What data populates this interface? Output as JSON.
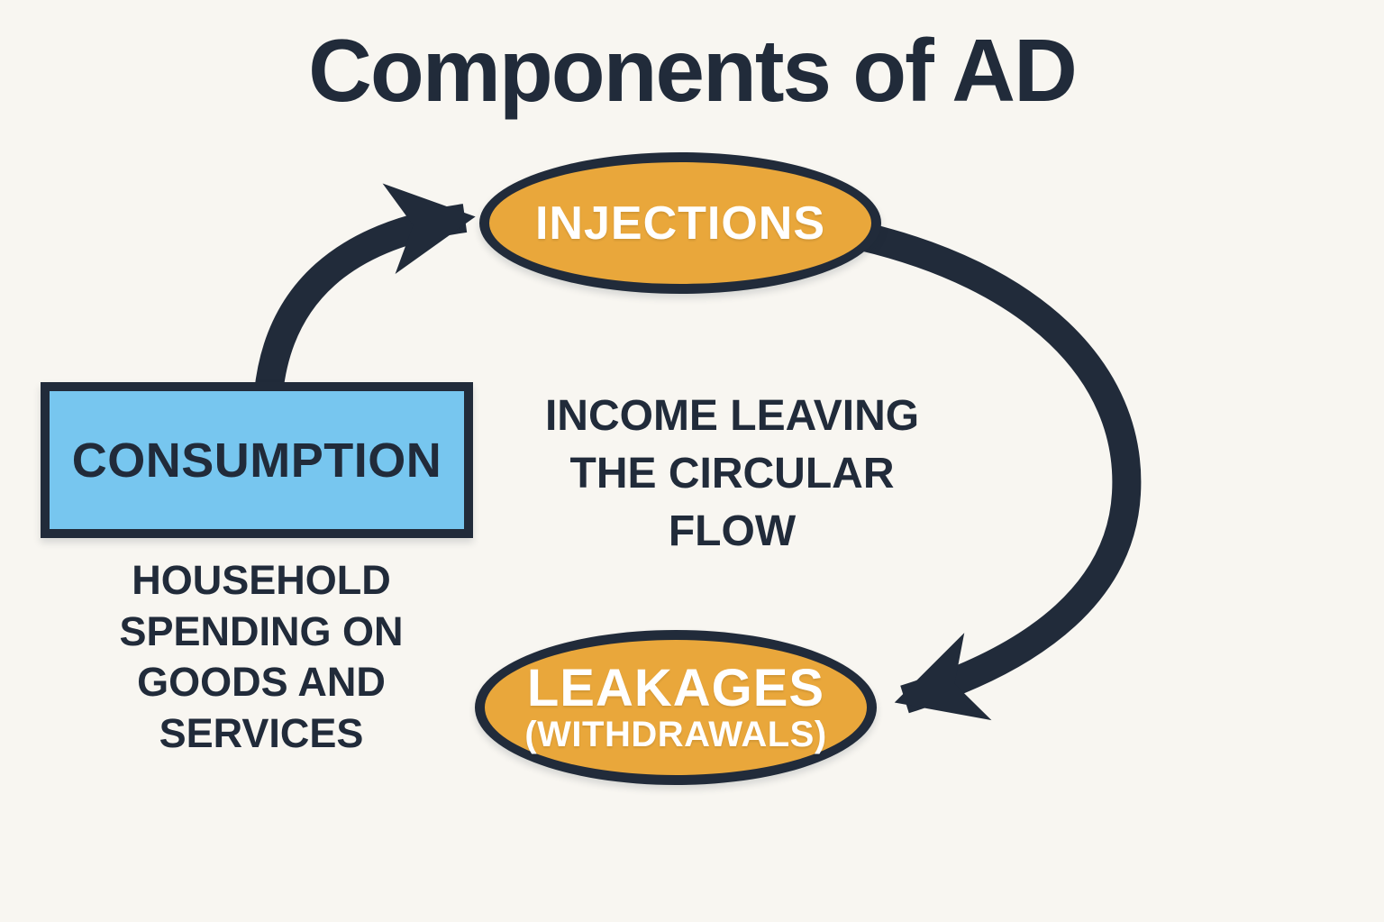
{
  "title": "Components of AD",
  "colors": {
    "background": "#F8F6F1",
    "ink": "#212B3A",
    "orange": "#E9A73B",
    "blue": "#77C6EF",
    "white": "#FFFFFF"
  },
  "nodes": {
    "injections": {
      "label": "INJECTIONS"
    },
    "consumption": {
      "label": "CONSUMPTION",
      "description_lines": [
        "HOUSEHOLD",
        "SPENDING ON",
        "GOODS AND",
        "SERVICES"
      ]
    },
    "leakages": {
      "label": "LEAKAGES",
      "sublabel": "(WITHDRAWALS)",
      "description_lines": [
        "INCOME LEAVING",
        "THE CIRCULAR",
        "FLOW"
      ]
    }
  }
}
